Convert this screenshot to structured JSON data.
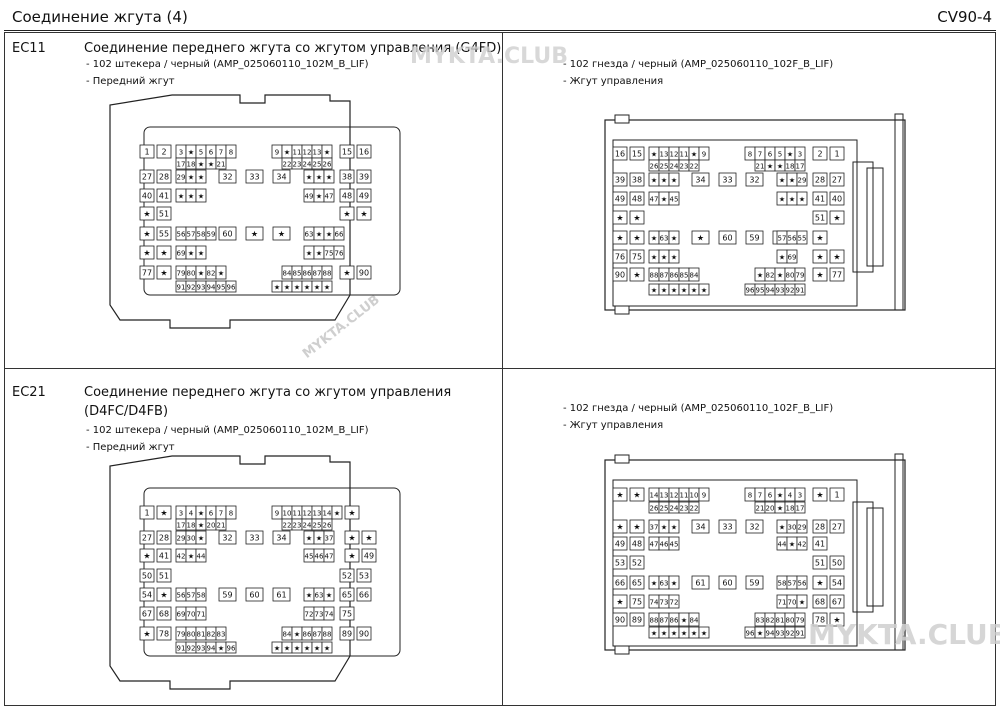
{
  "header": {
    "title": "Соединение жгута (4)",
    "code": "CV90-4"
  },
  "sections": [
    {
      "id": "EC11",
      "title_lines": [
        "Соединение переднего жгута со жгутом управления (G4FD)"
      ],
      "left": {
        "notes": [
          "- 102 штекера / черный (AMP_025060110_102M_B_LIF)",
          "- Передний жгут"
        ]
      },
      "right": {
        "notes": [
          "- 102 гнезда / черный (AMP_025060110_102F_B_LIF)",
          "- Жгут управления"
        ]
      },
      "male_rows": [
        [
          "1",
          "2",
          "3",
          "★",
          "5",
          "6",
          "7",
          "8",
          "9",
          "★",
          "11",
          "12",
          "13",
          "★",
          "15",
          "16"
        ],
        [
          "17",
          "18",
          "★",
          "★",
          "21",
          "22",
          "23",
          "24",
          "25",
          "26"
        ],
        [
          "27",
          "28",
          "29",
          "★",
          "★",
          "32",
          "33",
          "34",
          "★",
          "★",
          "★",
          "38",
          "39"
        ],
        [
          "40",
          "41",
          "★",
          "★",
          "★",
          "49",
          "★",
          "47",
          "48",
          "49"
        ],
        [
          "★",
          "51",
          "★",
          "★"
        ],
        [
          "★",
          "55",
          "56",
          "57",
          "58",
          "59",
          "60",
          "★",
          "★",
          "63",
          "★",
          "★",
          "66"
        ],
        [
          "★",
          "★",
          "69",
          "★",
          "★",
          "★",
          "★",
          "75",
          "76"
        ],
        [
          "77",
          "★",
          "79",
          "80",
          "★",
          "82",
          "★",
          "84",
          "85",
          "86",
          "87",
          "88",
          "★",
          "90"
        ],
        [
          "91",
          "92",
          "93",
          "94",
          "95",
          "96",
          "★",
          "★",
          "★",
          "★",
          "★",
          "★"
        ]
      ],
      "female_rows": [
        [
          "16",
          "15",
          "★",
          "13",
          "12",
          "11",
          "★",
          "9",
          "8",
          "7",
          "6",
          "5",
          "★",
          "3",
          "2",
          "1"
        ],
        [
          "26",
          "25",
          "24",
          "23",
          "22",
          "21",
          "★",
          "★",
          "18",
          "17"
        ],
        [
          "39",
          "38",
          "★",
          "★",
          "★",
          "34",
          "33",
          "32",
          "★",
          "★",
          "29",
          "28",
          "27"
        ],
        [
          "49",
          "48",
          "47",
          "★",
          "45",
          "★",
          "★",
          "★",
          "41",
          "40"
        ],
        [
          "★",
          "★",
          "51",
          "★"
        ],
        [
          "★",
          "★",
          "★",
          "63",
          "★",
          "★",
          "60",
          "59",
          "58",
          "57",
          "56",
          "55",
          "★"
        ],
        [
          "76",
          "75",
          "★",
          "★",
          "★",
          "★",
          "69",
          "★",
          "★"
        ],
        [
          "90",
          "★",
          "88",
          "87",
          "86",
          "85",
          "84",
          "★",
          "82",
          "★",
          "80",
          "79",
          "★",
          "77"
        ],
        [
          "★",
          "★",
          "★",
          "★",
          "★",
          "★",
          "96",
          "95",
          "94",
          "93",
          "92",
          "91"
        ]
      ]
    },
    {
      "id": "EC21",
      "title_lines": [
        "Соединение переднего жгута со жгутом управления",
        "(D4FC/D4FB)"
      ],
      "left": {
        "notes": [
          "- 102 штекера / черный (AMP_025060110_102M_B_LIF)",
          "- Передний жгут"
        ]
      },
      "right": {
        "notes": [
          "- 102 гнезда / черный (AMP_025060110_102F_B_LIF)",
          "- Жгут управления"
        ]
      },
      "male_rows": [
        [
          "1",
          "★",
          "3",
          "4",
          "★",
          "6",
          "7",
          "8",
          "9",
          "10",
          "11",
          "12",
          "13",
          "14",
          "★",
          "★"
        ],
        [
          "17",
          "18",
          "★",
          "20",
          "21",
          "22",
          "23",
          "24",
          "25",
          "26"
        ],
        [
          "27",
          "28",
          "29",
          "30",
          "★",
          "32",
          "33",
          "34",
          "★",
          "★",
          "37",
          "★",
          "★"
        ],
        [
          "★",
          "41",
          "42",
          "★",
          "44",
          "45",
          "46",
          "47",
          "★",
          "49"
        ],
        [
          "50",
          "51",
          "52",
          "53"
        ],
        [
          "54",
          "★",
          "56",
          "57",
          "58",
          "59",
          "60",
          "61",
          "★",
          "63",
          "★",
          "65",
          "66"
        ],
        [
          "67",
          "68",
          "69",
          "70",
          "71",
          "72",
          "73",
          "74",
          "75",
          "★"
        ],
        [
          "★",
          "78",
          "79",
          "80",
          "81",
          "82",
          "83",
          "84",
          "★",
          "86",
          "87",
          "88",
          "89",
          "90"
        ],
        [
          "91",
          "92",
          "93",
          "94",
          "★",
          "96",
          "★",
          "★",
          "★",
          "★",
          "★",
          "★"
        ]
      ],
      "female_rows": [
        [
          "★",
          "★",
          "14",
          "13",
          "12",
          "11",
          "10",
          "9",
          "8",
          "7",
          "6",
          "★",
          "4",
          "3",
          "★",
          "1"
        ],
        [
          "26",
          "25",
          "24",
          "23",
          "22",
          "21",
          "20",
          "★",
          "18",
          "17"
        ],
        [
          "★",
          "★",
          "37",
          "★",
          "★",
          "34",
          "33",
          "32",
          "★",
          "30",
          "29",
          "28",
          "27"
        ],
        [
          "49",
          "48",
          "47",
          "46",
          "45",
          "44",
          "★",
          "42",
          "41",
          "★"
        ],
        [
          "53",
          "52",
          "51",
          "50"
        ],
        [
          "66",
          "65",
          "★",
          "63",
          "★",
          "61",
          "60",
          "59",
          "58",
          "57",
          "56",
          "★",
          "54"
        ],
        [
          "★",
          "75",
          "74",
          "73",
          "72",
          "71",
          "70",
          "★",
          "68",
          "67"
        ],
        [
          "90",
          "89",
          "88",
          "87",
          "86",
          "★",
          "84",
          "83",
          "82",
          "81",
          "80",
          "79",
          "78",
          "★"
        ],
        [
          "★",
          "★",
          "★",
          "★",
          "★",
          "★",
          "96",
          "★",
          "94",
          "93",
          "92",
          "91"
        ]
      ]
    }
  ],
  "watermarks": [
    "MYKTA.CLUB",
    "MYKTA.CLUB",
    "MYKTA.CLUB"
  ]
}
